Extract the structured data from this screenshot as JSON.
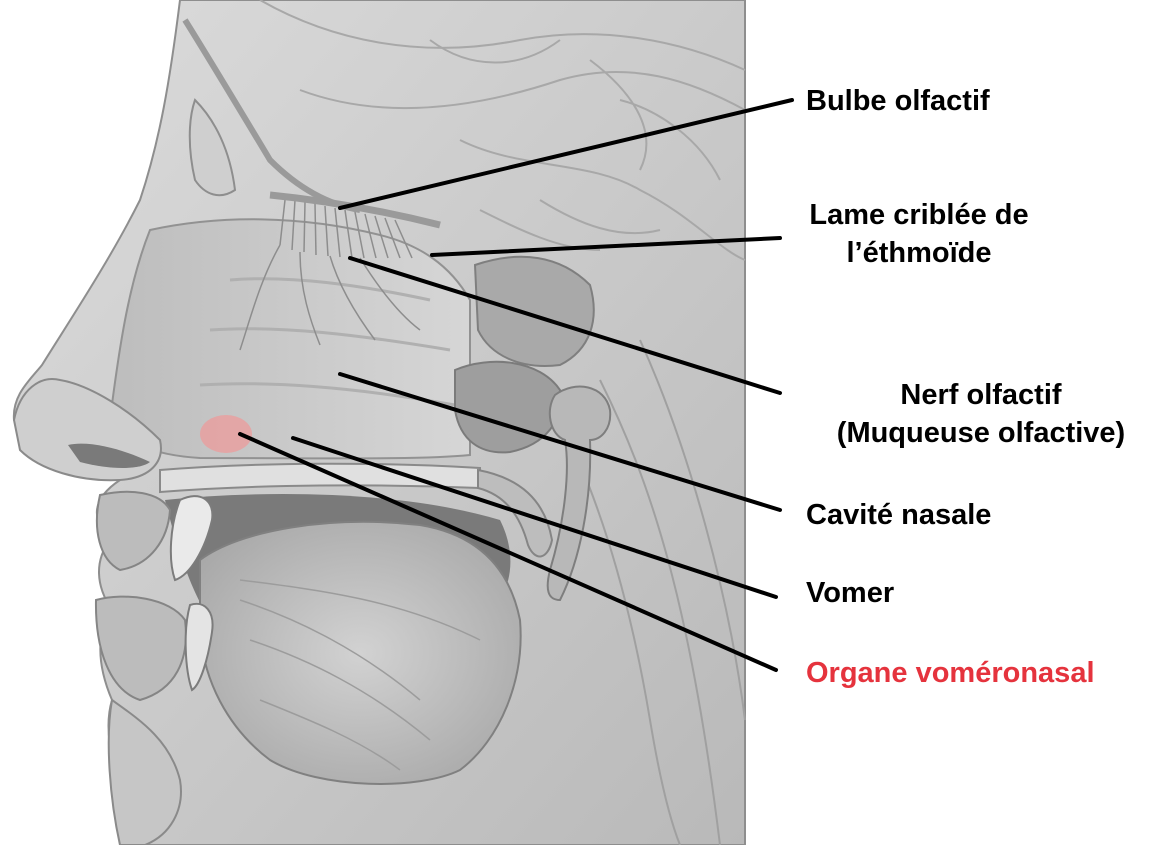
{
  "labels": {
    "bulbe_olfactif": "Bulbe olfactif",
    "lame_criblee_line1": "Lame criblée de",
    "lame_criblee_line2": "l’éthmoïde",
    "nerf_olfactif_line1": "Nerf olfactif",
    "nerf_olfactif_line2": "(Muqueuse olfactive)",
    "cavite_nasale": "Cavité nasale",
    "vomer": "Vomer",
    "organe_vomeronasal": "Organe voméronasal"
  },
  "colors": {
    "label_text": "#000000",
    "highlight_label": "#e5333d",
    "vomeronasal_region": "#e8a0a0",
    "leader_line": "#000000",
    "illustration_base": "#c9c9c9"
  },
  "icons": {
    "illustration": "head-sagittal-section-illustration"
  }
}
